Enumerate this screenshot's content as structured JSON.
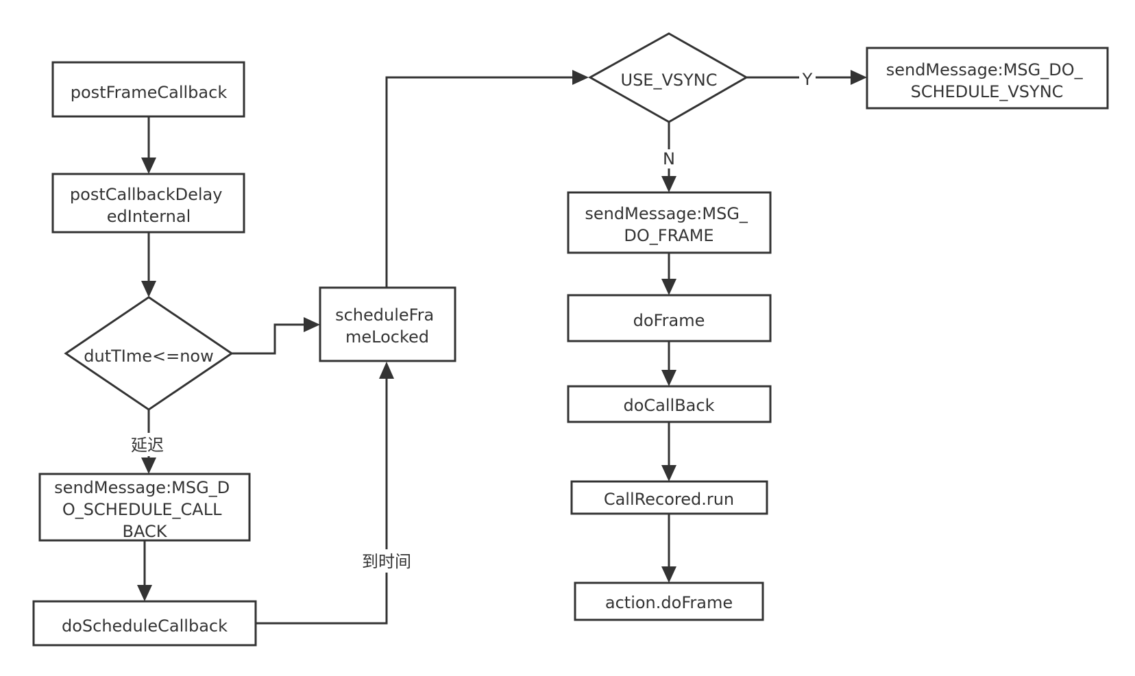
{
  "diagram": {
    "nodes": {
      "postFrameCallback": {
        "lines": [
          "postFrameCallback"
        ]
      },
      "postCallbackDelayedInternal": {
        "lines": [
          "postCallbackDelay",
          "edInternal"
        ]
      },
      "dueTimeCheck": {
        "lines": [
          "dutTIme<=now"
        ]
      },
      "sendScheduleCallback": {
        "lines": [
          "sendMessage:MSG_D",
          "O_SCHEDULE_CALL",
          "BACK"
        ]
      },
      "doScheduleCallback": {
        "lines": [
          "doScheduleCallback"
        ]
      },
      "scheduleFrameLocked": {
        "lines": [
          "scheduleFra",
          "meLocked"
        ]
      },
      "useVsync": {
        "lines": [
          "USE_VSYNC"
        ]
      },
      "sendScheduleVsync": {
        "lines": [
          "sendMessage:MSG_DO_",
          "SCHEDULE_VSYNC"
        ]
      },
      "sendDoFrame": {
        "lines": [
          "sendMessage:MSG_",
          "DO_FRAME"
        ]
      },
      "doFrame": {
        "lines": [
          "doFrame"
        ]
      },
      "doCallBack": {
        "lines": [
          "doCallBack"
        ]
      },
      "callRecordRun": {
        "lines": [
          "CallRecored.run"
        ]
      },
      "actionDoFrame": {
        "lines": [
          "action.doFrame"
        ]
      }
    },
    "edge_labels": {
      "delay": "延迟",
      "time_reached": "到时间",
      "yes": "Y",
      "no": "N"
    }
  }
}
